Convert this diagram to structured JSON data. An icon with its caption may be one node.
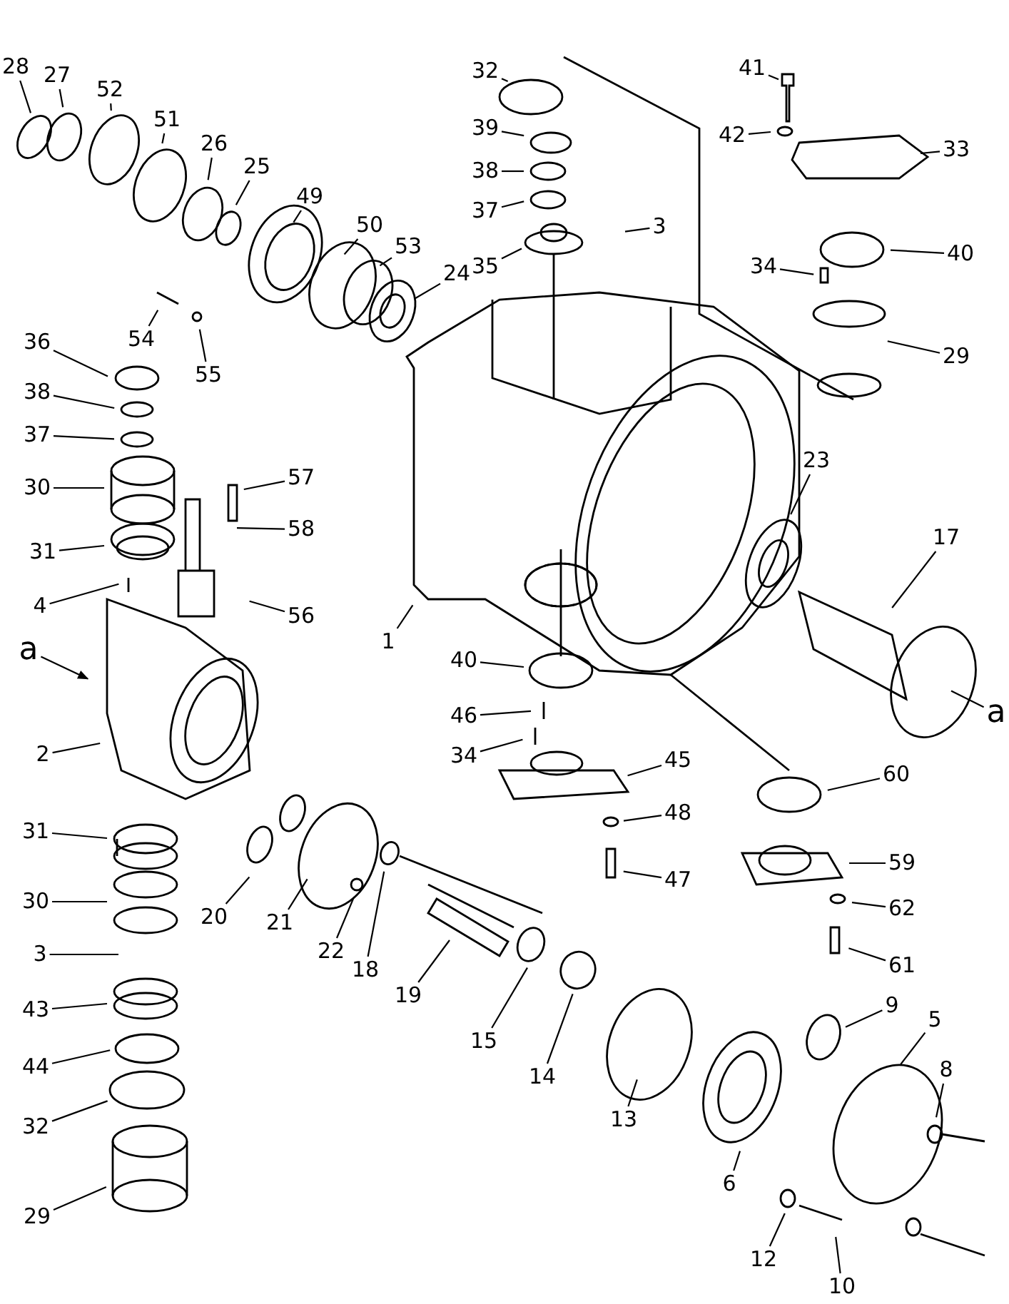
{
  "diagram": {
    "nodes": [
      {
        "text": [
          "28"
        ]
      },
      {
        "text": [
          "27"
        ]
      },
      {
        "text": [
          "52"
        ]
      },
      {
        "text": [
          "51"
        ]
      },
      {
        "text": [
          "26"
        ]
      },
      {
        "text": [
          "25"
        ]
      },
      {
        "text": [
          "49"
        ]
      },
      {
        "text": [
          "32"
        ]
      },
      {
        "text": [
          "41"
        ]
      },
      {
        "text": [
          "50"
        ]
      },
      {
        "text": [
          "53"
        ]
      },
      {
        "text": [
          "24"
        ]
      },
      {
        "text": [
          "39"
        ]
      },
      {
        "text": [
          "42"
        ]
      },
      {
        "text": [
          "33"
        ]
      },
      {
        "text": [
          "38"
        ]
      },
      {
        "text": [
          "37"
        ]
      },
      {
        "text": [
          "3"
        ]
      },
      {
        "text": [
          "35"
        ]
      },
      {
        "text": [
          "34"
        ]
      },
      {
        "text": [
          "40"
        ]
      },
      {
        "text": [
          "54"
        ]
      },
      {
        "text": [
          "55"
        ]
      },
      {
        "text": [
          "36"
        ]
      },
      {
        "text": [
          "29"
        ]
      },
      {
        "text": [
          "38"
        ]
      },
      {
        "text": [
          "37"
        ]
      },
      {
        "text": [
          "23"
        ]
      },
      {
        "text": [
          "57"
        ]
      },
      {
        "text": [
          "30"
        ]
      },
      {
        "text": [
          "58"
        ]
      },
      {
        "text": [
          "17"
        ]
      },
      {
        "text": [
          "31"
        ]
      },
      {
        "text": [
          "4"
        ]
      },
      {
        "text": [
          "56"
        ]
      },
      {
        "text": [
          "1"
        ]
      },
      {
        "text": [
          "a"
        ]
      },
      {
        "text": [
          "40"
        ]
      },
      {
        "text": [
          "a"
        ]
      },
      {
        "text": [
          "46"
        ]
      },
      {
        "text": [
          "2"
        ]
      },
      {
        "text": [
          "34"
        ]
      },
      {
        "text": [
          "45"
        ]
      },
      {
        "text": [
          "60"
        ]
      },
      {
        "text": [
          "48"
        ]
      },
      {
        "text": [
          "31"
        ]
      },
      {
        "text": [
          "20"
        ]
      },
      {
        "text": [
          "59"
        ]
      },
      {
        "text": [
          "47"
        ]
      },
      {
        "text": [
          "30"
        ]
      },
      {
        "text": [
          "62"
        ]
      },
      {
        "text": [
          "21"
        ]
      },
      {
        "text": [
          "22"
        ]
      },
      {
        "text": [
          "3"
        ]
      },
      {
        "text": [
          "18"
        ]
      },
      {
        "text": [
          "61"
        ]
      },
      {
        "text": [
          "19"
        ]
      },
      {
        "text": [
          "9"
        ]
      },
      {
        "text": [
          "43"
        ]
      },
      {
        "text": [
          "5"
        ]
      },
      {
        "text": [
          "15"
        ]
      },
      {
        "text": [
          "44"
        ]
      },
      {
        "text": [
          "8"
        ]
      },
      {
        "text": [
          "14"
        ]
      },
      {
        "text": [
          "13"
        ]
      },
      {
        "text": [
          "32"
        ]
      },
      {
        "text": [
          "6"
        ]
      },
      {
        "text": [
          "29"
        ]
      },
      {
        "text": [
          "12"
        ]
      },
      {
        "text": [
          "10"
        ]
      }
    ],
    "edges": [
      {
        "from": 0,
        "to": null,
        "arrow": "none"
      },
      {
        "from": 1,
        "to": null,
        "arrow": "none"
      },
      {
        "from": 2,
        "to": null,
        "arrow": "none"
      },
      {
        "from": 3,
        "to": null,
        "arrow": "none"
      },
      {
        "from": 4,
        "to": null,
        "arrow": "none"
      },
      {
        "from": 5,
        "to": null,
        "arrow": "none"
      },
      {
        "from": 6,
        "to": null,
        "arrow": "none"
      },
      {
        "from": 7,
        "to": null,
        "arrow": "none"
      },
      {
        "from": 8,
        "to": null,
        "arrow": "none"
      },
      {
        "from": 9,
        "to": null,
        "arrow": "none"
      },
      {
        "from": 10,
        "to": null,
        "arrow": "none"
      },
      {
        "from": 11,
        "to": null,
        "arrow": "none"
      },
      {
        "from": 12,
        "to": null,
        "arrow": "none"
      },
      {
        "from": 13,
        "to": null,
        "arrow": "none"
      },
      {
        "from": 14,
        "to": null,
        "arrow": "none"
      },
      {
        "from": 15,
        "to": null,
        "arrow": "none"
      },
      {
        "from": 16,
        "to": null,
        "arrow": "none"
      },
      {
        "from": 17,
        "to": null,
        "arrow": "none"
      },
      {
        "from": 18,
        "to": null,
        "arrow": "none"
      },
      {
        "from": 19,
        "to": null,
        "arrow": "none"
      },
      {
        "from": 20,
        "to": null,
        "arrow": "none"
      },
      {
        "from": 21,
        "to": null,
        "arrow": "none"
      },
      {
        "from": 22,
        "to": null,
        "arrow": "none"
      },
      {
        "from": 23,
        "to": null,
        "arrow": "none"
      },
      {
        "from": 24,
        "to": null,
        "arrow": "none"
      },
      {
        "from": 25,
        "to": null,
        "arrow": "none"
      },
      {
        "from": 26,
        "to": null,
        "arrow": "none"
      },
      {
        "from": 27,
        "to": null,
        "arrow": "none"
      },
      {
        "from": 28,
        "to": null,
        "arrow": "none"
      },
      {
        "from": 29,
        "to": null,
        "arrow": "none"
      },
      {
        "from": 30,
        "to": null,
        "arrow": "none"
      },
      {
        "from": 31,
        "to": null,
        "arrow": "none"
      },
      {
        "from": 32,
        "to": null,
        "arrow": "none"
      },
      {
        "from": 33,
        "to": null,
        "arrow": "none"
      },
      {
        "from": 34,
        "to": null,
        "arrow": "none"
      },
      {
        "from": 35,
        "to": null,
        "arrow": "none"
      },
      {
        "from": 36,
        "to": null,
        "arrow": "to"
      },
      {
        "from": 37,
        "to": null,
        "arrow": "none"
      },
      {
        "from": 38,
        "to": null,
        "arrow": "none"
      },
      {
        "from": 39,
        "to": null,
        "arrow": "none"
      },
      {
        "from": 40,
        "to": null,
        "arrow": "none"
      },
      {
        "from": 41,
        "to": null,
        "arrow": "none"
      },
      {
        "from": 42,
        "to": null,
        "arrow": "none"
      },
      {
        "from": 43,
        "to": null,
        "arrow": "none"
      },
      {
        "from": 44,
        "to": null,
        "arrow": "none"
      },
      {
        "from": 45,
        "to": null,
        "arrow": "none"
      },
      {
        "from": 46,
        "to": null,
        "arrow": "none"
      },
      {
        "from": 47,
        "to": null,
        "arrow": "none"
      },
      {
        "from": 48,
        "to": null,
        "arrow": "none"
      },
      {
        "from": 49,
        "to": null,
        "arrow": "none"
      },
      {
        "from": 50,
        "to": null,
        "arrow": "none"
      },
      {
        "from": 51,
        "to": null,
        "arrow": "none"
      },
      {
        "from": 52,
        "to": null,
        "arrow": "none"
      },
      {
        "from": 53,
        "to": null,
        "arrow": "none"
      },
      {
        "from": 54,
        "to": null,
        "arrow": "none"
      },
      {
        "from": 55,
        "to": null,
        "arrow": "none"
      },
      {
        "from": 56,
        "to": null,
        "arrow": "none"
      },
      {
        "from": 57,
        "to": null,
        "arrow": "none"
      },
      {
        "from": 58,
        "to": null,
        "arrow": "none"
      },
      {
        "from": 59,
        "to": null,
        "arrow": "none"
      },
      {
        "from": 60,
        "to": null,
        "arrow": "none"
      },
      {
        "from": 61,
        "to": null,
        "arrow": "none"
      },
      {
        "from": 62,
        "to": null,
        "arrow": "none"
      },
      {
        "from": 63,
        "to": null,
        "arrow": "none"
      },
      {
        "from": 64,
        "to": null,
        "arrow": "none"
      },
      {
        "from": 65,
        "to": null,
        "arrow": "none"
      },
      {
        "from": 66,
        "to": null,
        "arrow": "none"
      },
      {
        "from": 67,
        "to": null,
        "arrow": "none"
      },
      {
        "from": 68,
        "to": null,
        "arrow": "none"
      },
      {
        "from": 69,
        "to": null,
        "arrow": "none"
      }
    ]
  }
}
